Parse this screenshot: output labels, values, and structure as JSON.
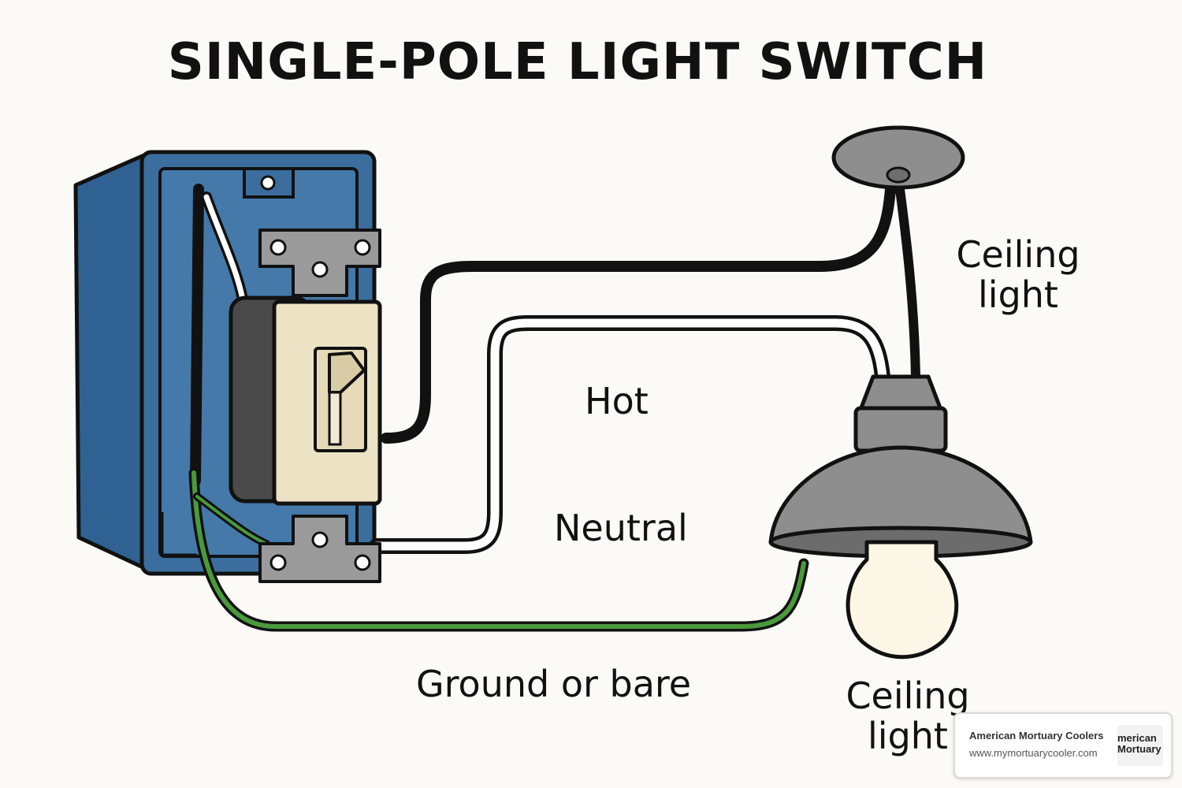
{
  "title": "SINGLE-POLE LIGHT SWITCH",
  "labels": {
    "hot": "Hot",
    "neutral": "Neutral",
    "ground": "Ground or bare",
    "ceiling_light_top": "Ceiling light",
    "ceiling_light_bottom": "Ceiling light"
  },
  "watermark": {
    "company": "American Mortuary Coolers",
    "url": "www.mymortuarycooler.com",
    "logo_text": "merican Mortuary"
  },
  "colors": {
    "box_blue": "#3b6e9e",
    "switch_cream": "#ece2c4",
    "hot_wire": "#111111",
    "neutral_wire": "#ffffff",
    "ground_wire": "#4a9a3c",
    "fixture_gray": "#8e8e8e",
    "bulb": "#fbf6e6"
  }
}
